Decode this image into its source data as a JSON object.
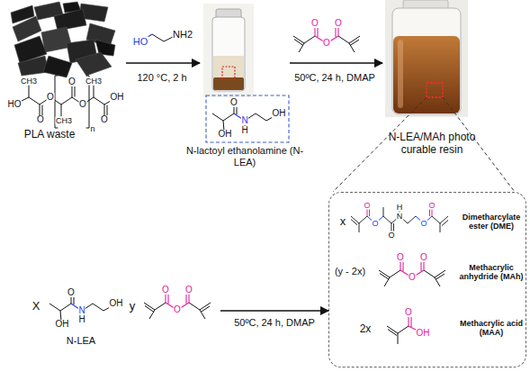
{
  "diagram": {
    "nodes": [
      {
        "text": [
          "PLA waste"
        ]
      },
      {
        "text": [
          "N-lactoyl ethanolamine (N-LEA)"
        ]
      },
      {
        "text": [
          "N-LEA/MAh photo curable resin"
        ]
      },
      {
        "text": [
          "x",
          "Dimetharcylate ester (DME)",
          "(y - 2x)",
          "Methacrylic anhydride (MAh)",
          "2x",
          "Methacrylic acid (MAA)"
        ]
      },
      {
        "text": [
          "X",
          "y",
          "N-LEA"
        ]
      }
    ],
    "edges": [
      {
        "from": 0,
        "to": 1,
        "arrow": "to",
        "label": "120 °C, 2 h"
      },
      {
        "from": 1,
        "to": 2,
        "arrow": "to",
        "label": "50ºC, 24 h, DMAP"
      },
      {
        "from": 2,
        "to": 3,
        "arrow": "none"
      },
      {
        "from": 4,
        "to": 3,
        "arrow": "to",
        "label": "50ºC, 24 h, DMAP"
      }
    ],
    "labels": [
      "HO",
      "CH3",
      "O",
      "O",
      "CH3",
      "O",
      "O",
      "CH3",
      "O",
      "OH",
      "n",
      "HO",
      "NH2",
      "O",
      "OH",
      "N",
      "H",
      "OH",
      "O",
      "O",
      "O",
      "O",
      "O",
      "O",
      "N",
      "H",
      "O",
      "O",
      "O",
      "O",
      "O",
      "O",
      "OH",
      "O",
      "OH",
      "N",
      "H",
      "OH",
      "O",
      "O",
      "O"
    ]
  }
}
